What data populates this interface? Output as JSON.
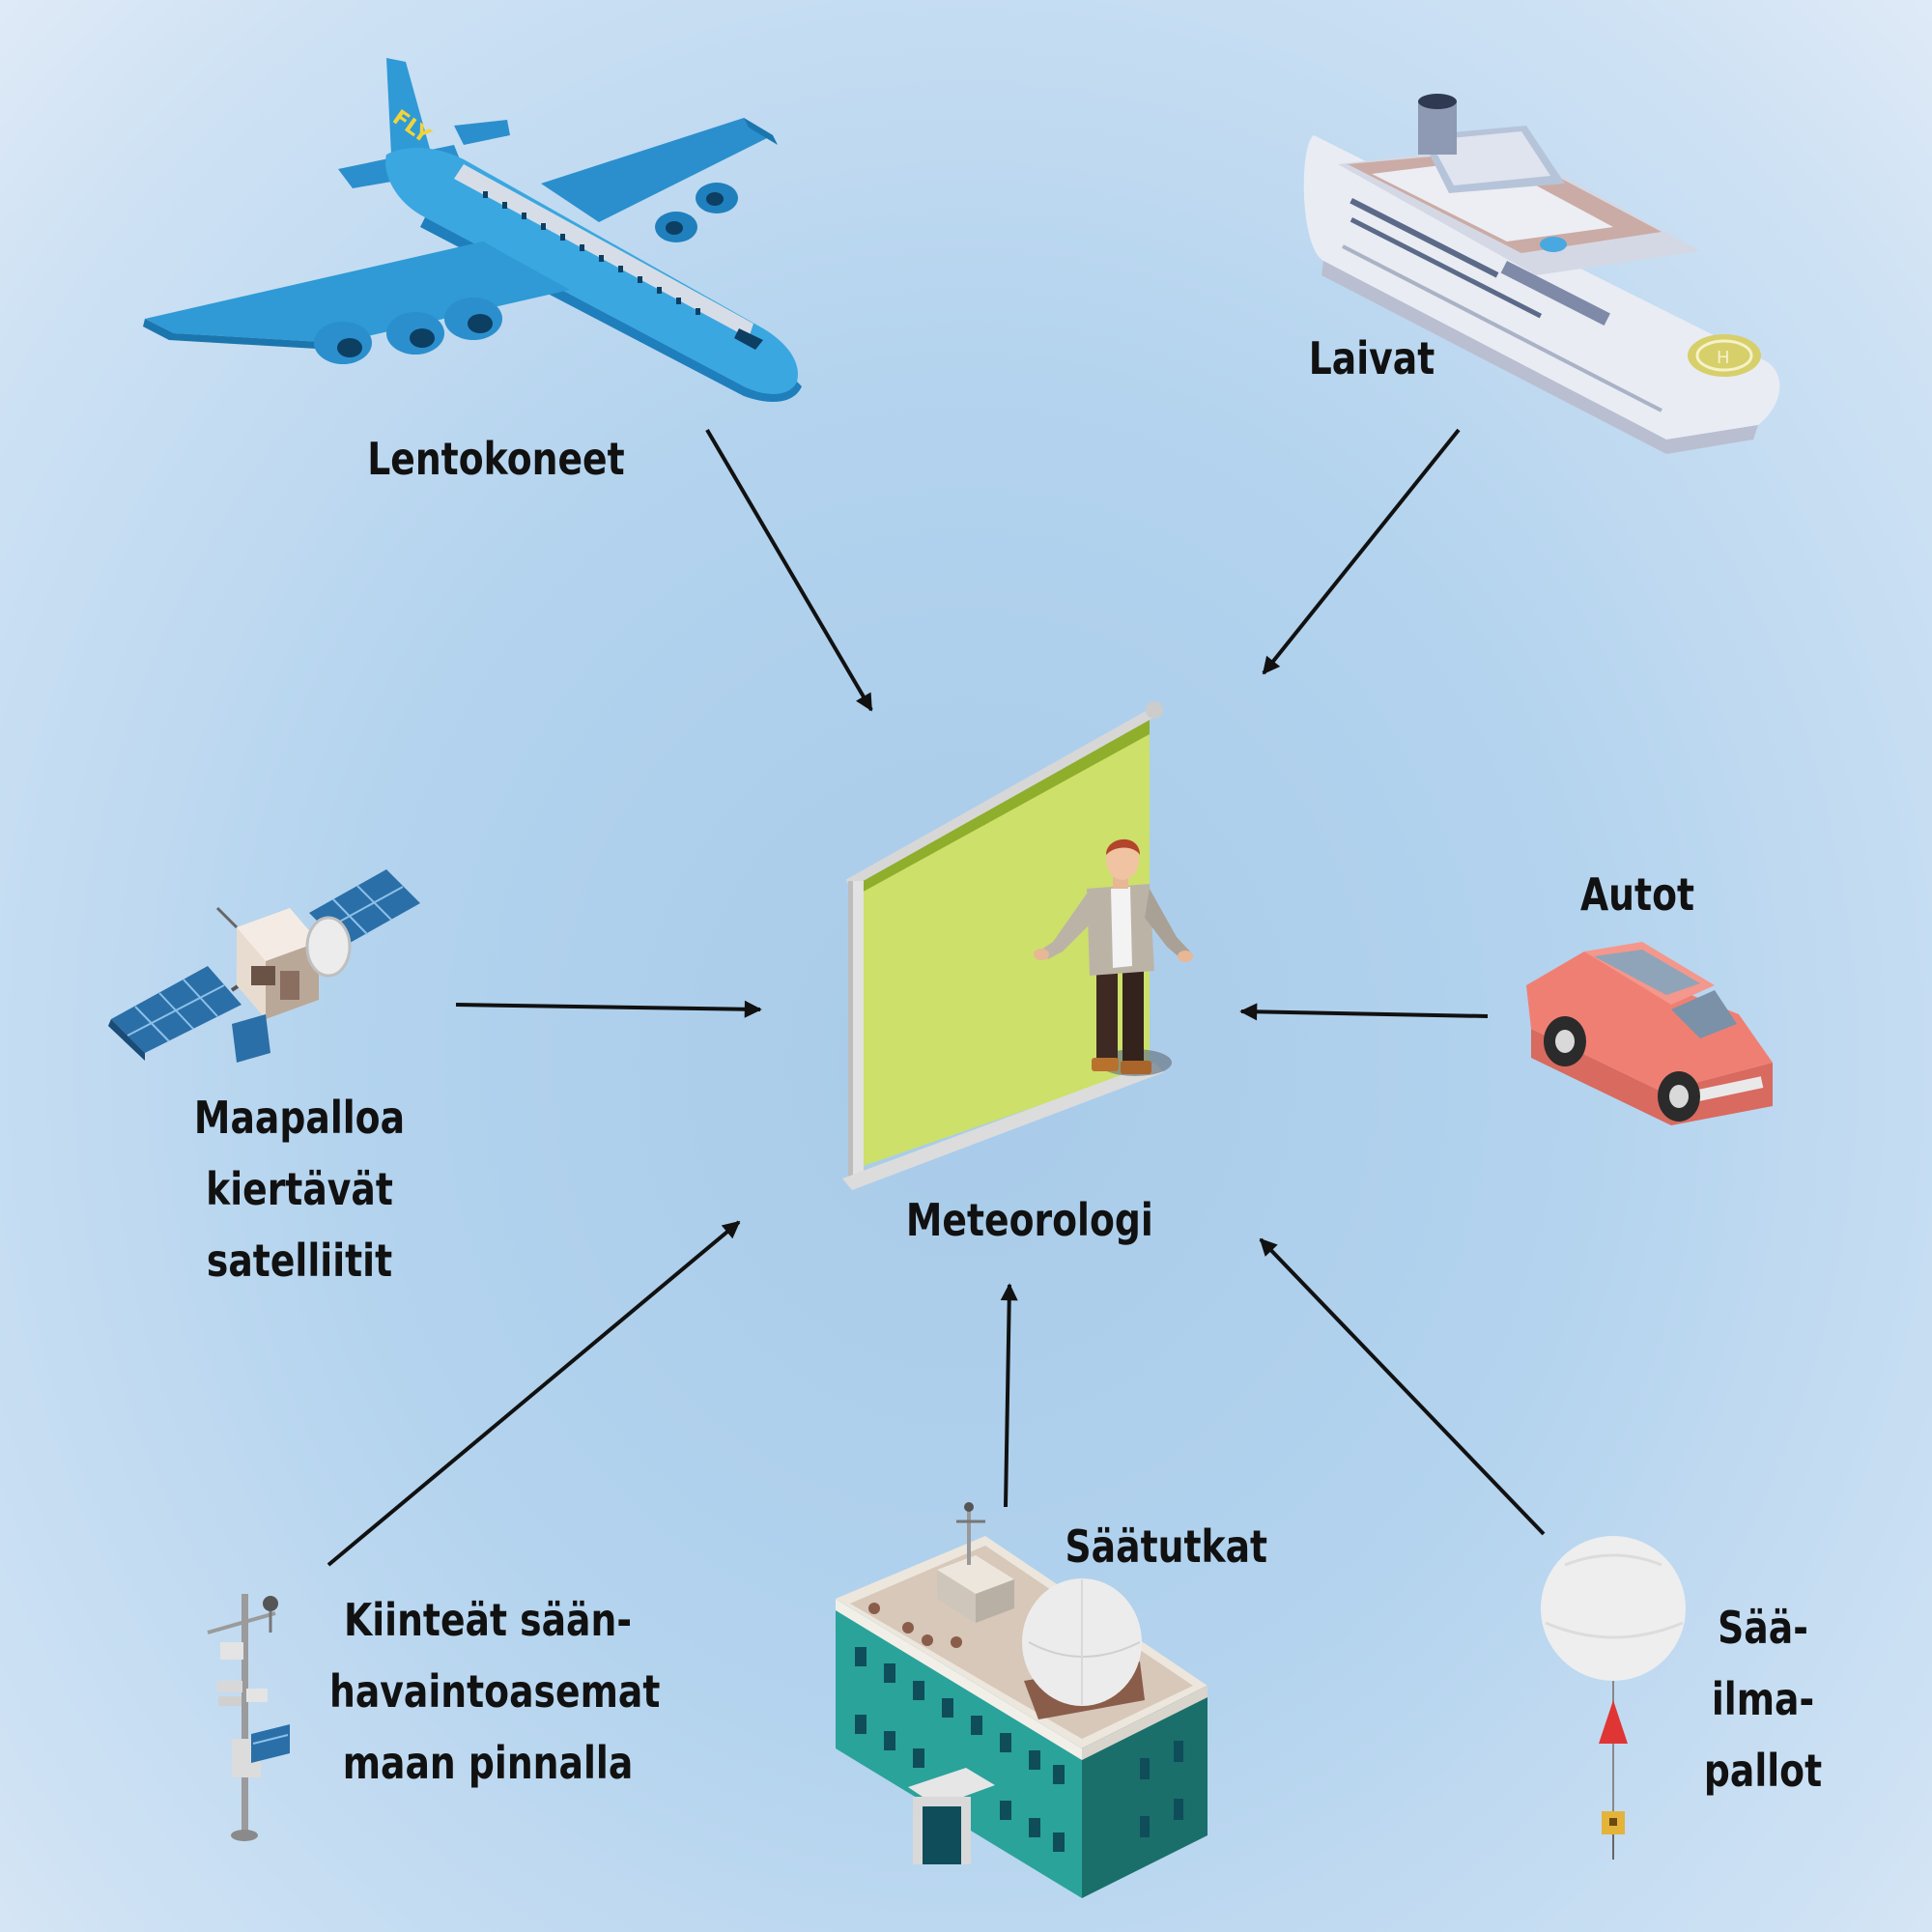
{
  "center": {
    "label": "Meteorologi"
  },
  "sources": {
    "airplanes": {
      "label": "Lentokoneet",
      "tail_text": "FLY"
    },
    "ships": {
      "label": "Laivat"
    },
    "satellites": {
      "lines": [
        "Maapalloa",
        "kiertävät",
        "satelliitit"
      ]
    },
    "cars": {
      "label": "Autot"
    },
    "ground_stations": {
      "lines": [
        "Kiinteät sään-",
        "havaintoasemat",
        "maan pinnalla"
      ]
    },
    "radars": {
      "label": "Säätutkat"
    },
    "balloons": {
      "lines": [
        "Sää-",
        "ilma-",
        "pallot"
      ]
    }
  },
  "colors": {
    "background": "#b3d3ee",
    "arrow": "#111111",
    "airplane": "#2f9ad6",
    "ship_hull": "#e9ecf3",
    "screen": "#cde06a",
    "car": "#f07f73",
    "building": "#1f8f8a",
    "balloon": "#eeeeee"
  },
  "icons": [
    "airplane-icon",
    "ship-icon",
    "satellite-icon",
    "meteorologist-icon",
    "car-icon",
    "weather-station-icon",
    "radar-building-icon",
    "weather-balloon-icon"
  ]
}
